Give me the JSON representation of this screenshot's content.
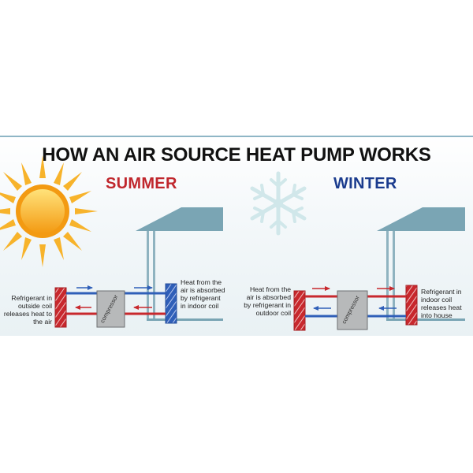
{
  "title": "HOW AN AIR SOURCE HEAT PUMP WORKS",
  "seasons": {
    "summer": {
      "label": "SUMMER",
      "left_label": "Refrigerant in outside coil releases heat to the air",
      "right_label": "Heat from the air is absorbed by refrigerant in indoor coil",
      "compressor": "compressor"
    },
    "winter": {
      "label": "WINTER",
      "left_label": "Heat from the air is absorbed by refrigerant in outdoor coil",
      "right_label": "Refrigerant in indoor coil releases heat into house",
      "compressor": "compressor"
    }
  },
  "colors": {
    "hot": "#c8282d",
    "cold": "#2f5fb8",
    "house": "#7aa5b4",
    "sun": "#f5a623",
    "snow": "#cfe7ea"
  },
  "icons": [
    "sun-icon",
    "snowflake-icon"
  ]
}
